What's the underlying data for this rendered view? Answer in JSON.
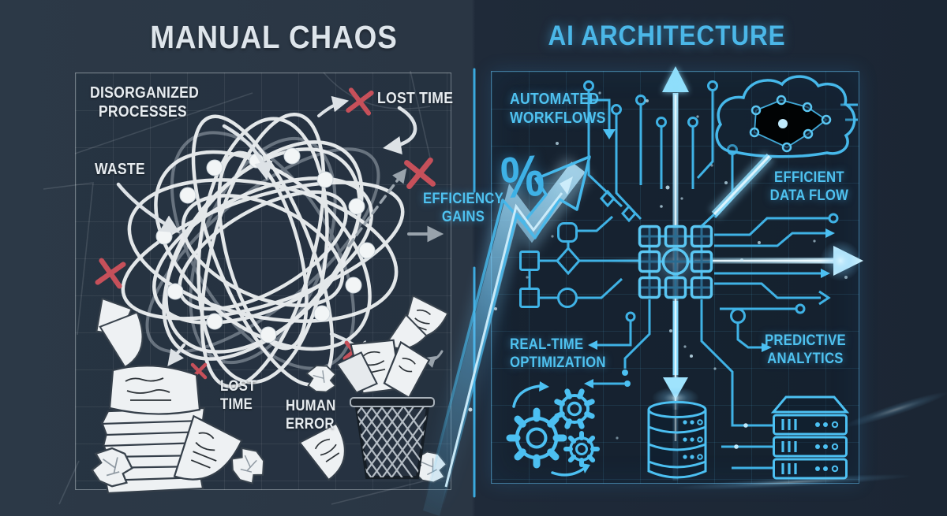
{
  "header": {
    "left_title": "MANUAL CHAOS",
    "right_title": "AI ARCHITECTURE"
  },
  "left_panel": {
    "labels": {
      "disorganized_processes": "DISORGANIZED\nPROCESSES",
      "waste": "WASTE",
      "lost_time_top": "LOST TIME",
      "lost_time_bottom": "LOST\nTIME",
      "human_error": "HUMAN\nERROR"
    }
  },
  "center": {
    "efficiency_gains": "EFFICIENCY\nGAINS",
    "percent_symbol": "%"
  },
  "right_panel": {
    "labels": {
      "automated_workflows": "AUTOMATED\nWORKFLOWS",
      "efficient_data_flow": "EFFICIENT\nDATA FLOW",
      "real_time_optimization": "REAL-TIME\nOPTIMIZATION",
      "predictive_analytics": "PREDICTIVE\nANALYTICS"
    }
  },
  "icons": {
    "red-x-icon": "red cross mark",
    "tangle-icon": "scribbled knot of overlapping loops with nodes",
    "paper-stack-icon": "stack of documents",
    "crumpled-paper-icon": "crumpled paper ball",
    "flying-paper-icon": "loose document sheet",
    "trash-can-icon": "wire mesh waste basket with papers",
    "growth-arrow-icon": "rising zigzag arrow",
    "divider-line": "vertical glowing separator",
    "circuit-traces-icon": "PCB traces with pads and arrows",
    "hub-icon": "3x3 chip grid with round core",
    "flowchart-icon": "square, diamond and circle flow nodes",
    "cloud-neural-network-icon": "cloud outline with connected nodes",
    "gears-icon": "three gears with cycle arrows",
    "database-icon": "cylinder stack with indicator dots",
    "server-rack-icon": "3-unit server with bars and dots",
    "up-arrow-icon": "glowing arrow up",
    "down-arrow-icon": "glowing arrow down",
    "right-arrow-icon": "glowing arrow right"
  },
  "colors": {
    "background_left": "#2b3846",
    "background_right": "#1d2835",
    "panel_grid_left": "rgba(255,255,255,0.07)",
    "panel_grid_right": "rgba(90,190,240,0.12)",
    "text_white": "#e7ecf0",
    "text_cyan": "#4fc2f0",
    "title_left": "#dee5eb",
    "title_right": "#4bb7e8",
    "accent_red": "#c6505a",
    "circuit_cyan": "#47bbee",
    "beam_bright": "#bfeafc",
    "paper_white": "#eef1f3"
  }
}
